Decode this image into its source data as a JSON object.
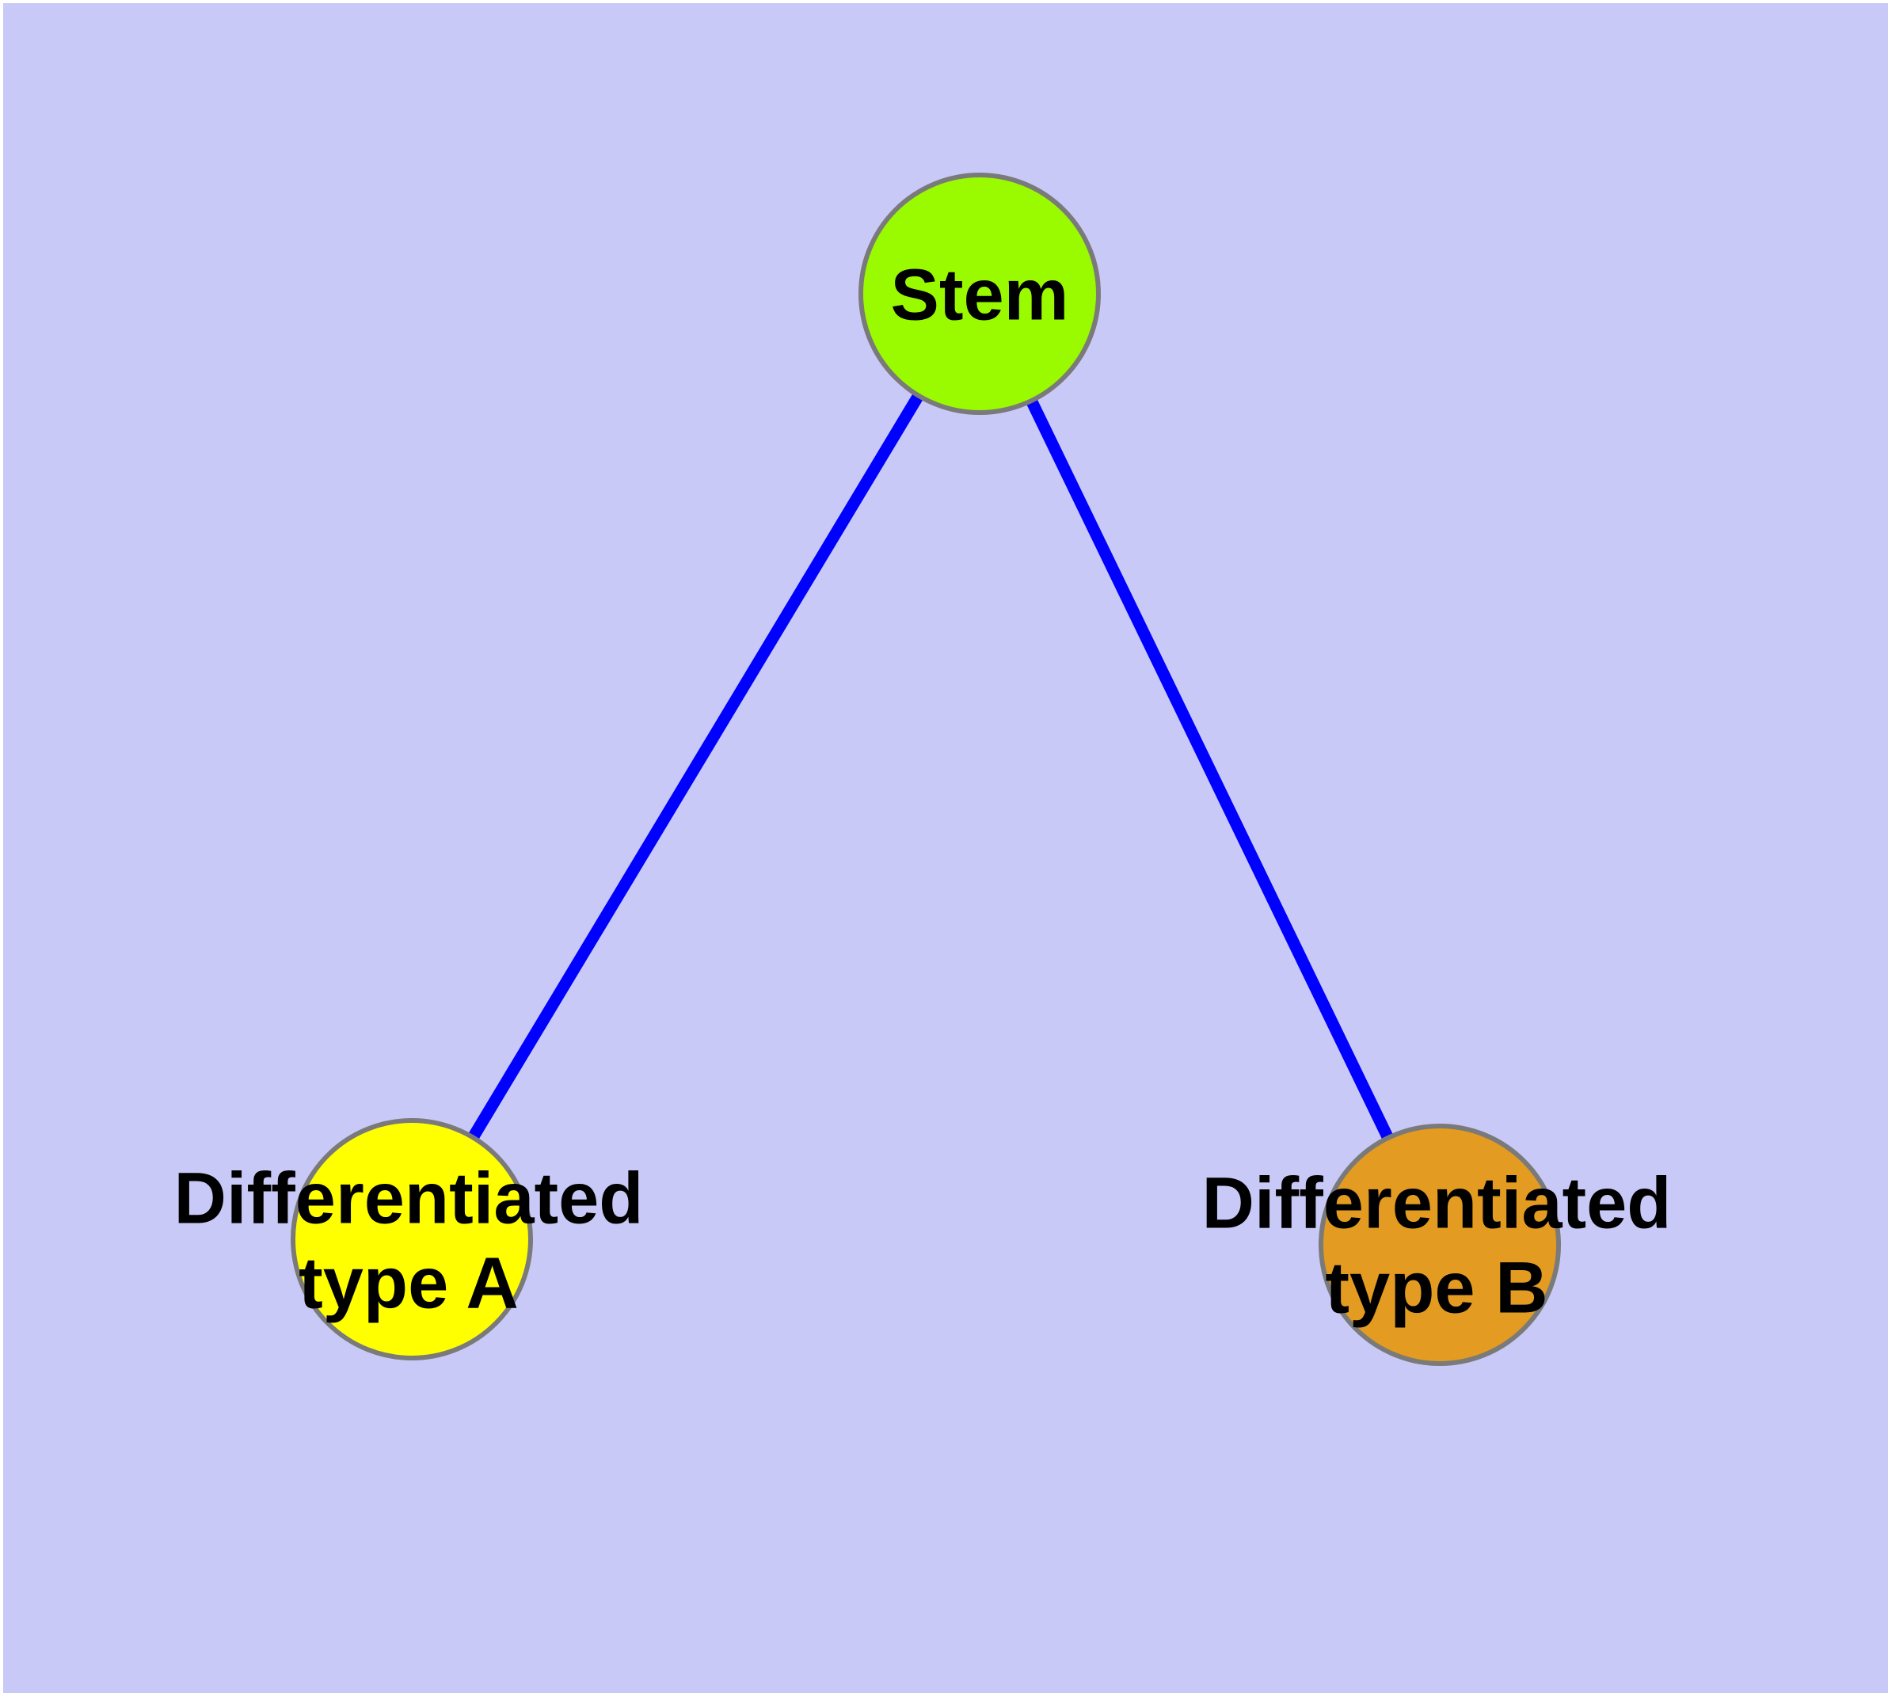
{
  "colors": {
    "panel-bg": "#c9c9f8",
    "edge": "#0000ff",
    "node-border": "#7a7a7a",
    "node-stem-fill": "#9afa00",
    "node-type-a-fill": "#ffff00",
    "node-type-b-fill": "#e39b21",
    "label-text": "#000000"
  },
  "diagram": {
    "type": "node-link-graph",
    "nodes": [
      {
        "id": "stem",
        "label": "Stem",
        "fill": "#9afa00"
      },
      {
        "id": "type-a",
        "label": "Differentiated\ntype A",
        "fill": "#ffff00"
      },
      {
        "id": "type-b",
        "label": "Differentiated\ntype B",
        "fill": "#e39b21"
      }
    ],
    "edges": [
      {
        "from": "stem",
        "to": "type-a",
        "color": "#0000ff"
      },
      {
        "from": "stem",
        "to": "type-b",
        "color": "#0000ff"
      }
    ]
  }
}
